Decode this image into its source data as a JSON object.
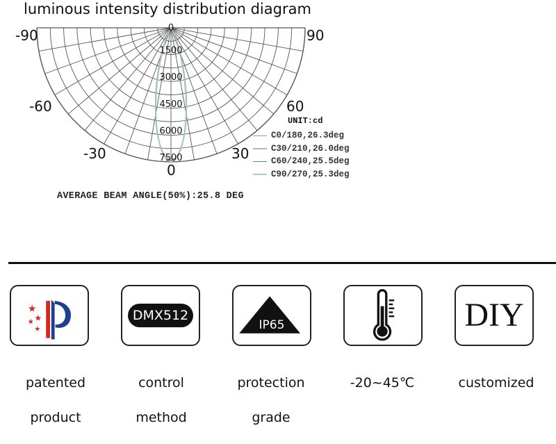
{
  "chart_data": {
    "type": "polar",
    "title": "luminous intensity distribution diagram",
    "unit_label": "UNIT:cd",
    "angle_labels": [
      "-90",
      "90",
      "-60",
      "60",
      "-30",
      "30",
      "0"
    ],
    "radial_ticks": [
      1500,
      3000,
      4500,
      6000,
      7500
    ],
    "radial_tick_labels": [
      "0",
      "1500",
      "3000",
      "4500",
      "6000",
      "7500"
    ],
    "rmax": 7500,
    "beam_angle_note": "AVERAGE BEAM ANGLE(50%):25.8 DEG",
    "series": [
      {
        "name": "C0/180,26.3deg",
        "beam_angle": 26.3,
        "peak": 7500,
        "color": "#c98a7a"
      },
      {
        "name": "C30/210,26.0deg",
        "beam_angle": 26.0,
        "peak": 7500,
        "color": "#b9b3a6"
      },
      {
        "name": "C60/240,25.5deg",
        "beam_angle": 25.5,
        "peak": 7500,
        "color": "#4f8d96"
      },
      {
        "name": "C90/270,25.3deg",
        "beam_angle": 25.3,
        "peak": 7500,
        "color": "#a8c9cf"
      }
    ]
  },
  "features": [
    {
      "icon": "patent-icon",
      "label_line1": "patented",
      "label_line2": "product"
    },
    {
      "icon": "dmx512-icon",
      "icon_text": "DMX512",
      "label_line1": "control",
      "label_line2": "method"
    },
    {
      "icon": "ip65-icon",
      "icon_text": "IP65",
      "label_line1": "protection",
      "label_line2": "grade"
    },
    {
      "icon": "thermometer-icon",
      "label_line1": "-20~45℃",
      "label_line2": ""
    },
    {
      "icon": "diy-icon",
      "icon_text": "DIY",
      "label_line1": "customized",
      "label_line2": ""
    }
  ],
  "colors": {
    "patent_red": "#d7261e",
    "patent_blue": "#1f3f8f",
    "dark": "#111111"
  }
}
